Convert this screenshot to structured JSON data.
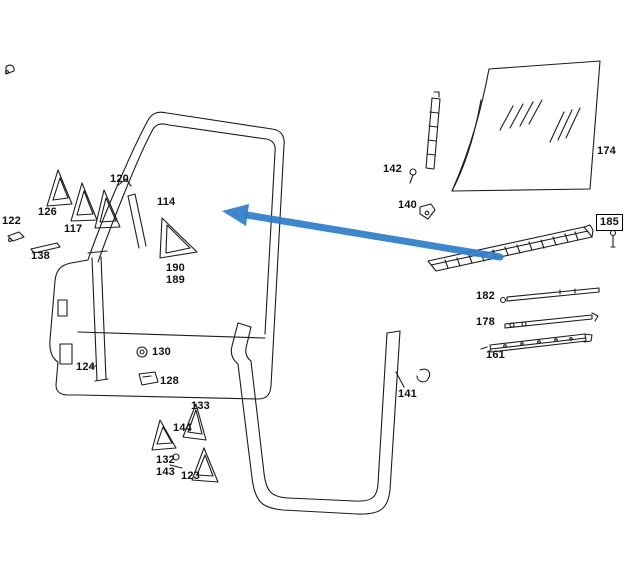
{
  "diagram": {
    "line_color": "#1c1c1c",
    "arrow_color": "#2e7dca",
    "highlighted_part": "185",
    "parts": [
      {
        "number": "122"
      },
      {
        "number": "126"
      },
      {
        "number": "117"
      },
      {
        "number": "120"
      },
      {
        "number": "114"
      },
      {
        "number": "138"
      },
      {
        "number": "190"
      },
      {
        "number": "189"
      },
      {
        "number": "124"
      },
      {
        "number": "130"
      },
      {
        "number": "128"
      },
      {
        "number": "133"
      },
      {
        "number": "144"
      },
      {
        "number": "132"
      },
      {
        "number": "143"
      },
      {
        "number": "123"
      },
      {
        "number": "142"
      },
      {
        "number": "140"
      },
      {
        "number": "174"
      },
      {
        "number": "185"
      },
      {
        "number": "182"
      },
      {
        "number": "178"
      },
      {
        "number": "161"
      },
      {
        "number": "141"
      }
    ]
  }
}
